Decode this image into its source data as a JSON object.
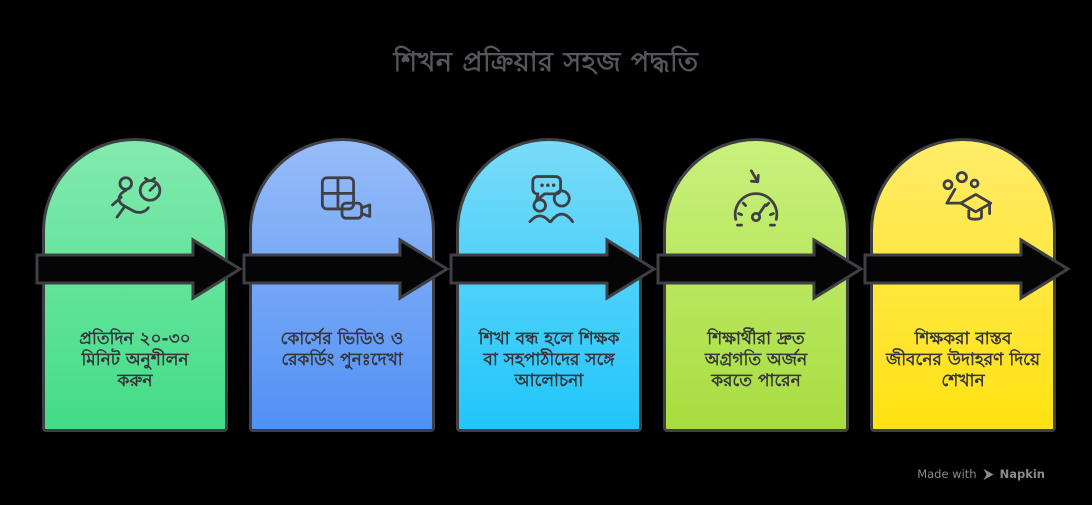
{
  "title": "শিখন প্রক্রিয়ার সহজ পদ্ধতি",
  "steps": [
    {
      "label": "প্রতিদিন ২০-৩০\nমিনিট অনুশীলন\nকরুন",
      "icon": "runner-stopwatch-icon",
      "gradient_top": "#83eaae",
      "gradient_bottom": "#42dc87"
    },
    {
      "label": "কোর্সের ভিডিও ও\nরেকর্ডিং পুনঃদেখা",
      "icon": "video-recording-icon",
      "gradient_top": "#97bcf8",
      "gradient_bottom": "#5190f5"
    },
    {
      "label": "শিখা বন্ধ হলে শিক্ষক\nবা সহপাঠীদের সঙ্গে\nআলোচনা",
      "icon": "discussion-people-icon",
      "gradient_top": "#79dbf8",
      "gradient_bottom": "#20c6fb"
    },
    {
      "label": "শিক্ষার্থীরা দ্রুত\nঅগ্রগতি অর্জন\nকরতে পারেন",
      "icon": "speedometer-icon",
      "gradient_top": "#c9f17d",
      "gradient_bottom": "#a7dd3f"
    },
    {
      "label": "শিক্ষকরা বাস্তব\nজীবনের উদাহরণ দিয়ে\nশেখান",
      "icon": "graduation-cap-icon",
      "gradient_top": "#ffec69",
      "gradient_bottom": "#ffe212"
    }
  ],
  "colors": {
    "background": "#000000",
    "outline": "#3f3f46",
    "arrow_fill": "#050505",
    "title_text": "#55555c",
    "card_text": "#35353c"
  },
  "footer": {
    "made_with": "Made with",
    "brand": "Napkin"
  }
}
